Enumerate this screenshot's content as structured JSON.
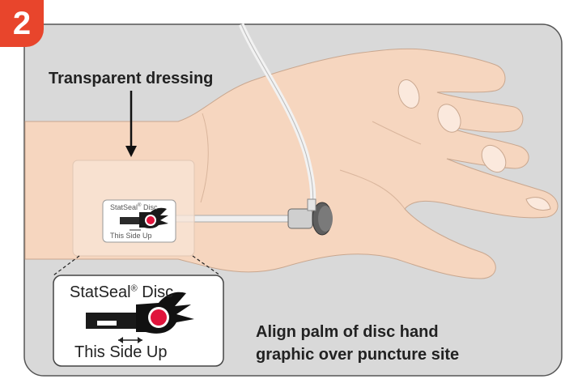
{
  "step_number": "2",
  "dressing_label": "Transparent dressing",
  "disc_small": {
    "name": "StatSeal",
    "reg": "®",
    "suffix": "Disc",
    "side_label": "This Side Up"
  },
  "disc_zoom": {
    "name": "StatSeal",
    "reg": "®",
    "suffix": "Disc",
    "side_label": "This Side Up"
  },
  "instruction": {
    "line1": "Align palm of disc hand",
    "line2": "graphic over puncture site"
  },
  "colors": {
    "badge": "#e8452c",
    "panel_bg": "#d9d9d9",
    "skin": "#f6d6bf",
    "marker": "#e0143c"
  }
}
